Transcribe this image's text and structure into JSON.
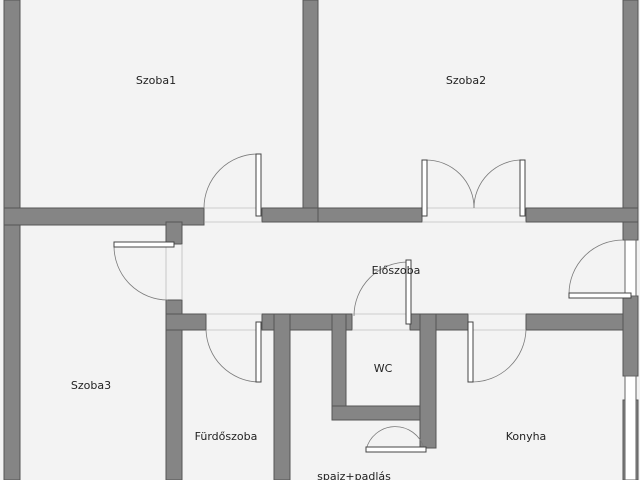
{
  "rooms": {
    "szoba1": "Szoba1",
    "szoba2": "Szoba2",
    "szoba3": "Szoba3",
    "eloszoba": "Előszoba",
    "wc": "WC",
    "furdoszoba": "Fürdőszoba",
    "konyha": "Konyha",
    "spajz": "spajz+padlás"
  },
  "colors": {
    "wall": "#858585",
    "floor": "#f3f3f3",
    "background": "#ffffff",
    "text": "#222222"
  }
}
